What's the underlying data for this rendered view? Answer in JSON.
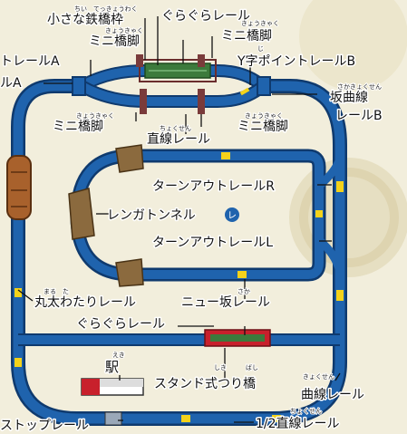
{
  "labels": {
    "small_bridge_frame": "小さな鉄橋枠",
    "small_bridge_frame_ruby": "ちい　てっきょうわく",
    "wobbly_rail_top": "ぐらぐらレール",
    "mini_pier_top_left": "ミニ橋脚",
    "mini_pier_top_left_ruby": "きょうきゃく",
    "mini_pier_top_right": "ミニ橋脚",
    "mini_pier_top_right_ruby": "きょうきゃく",
    "y_point_rail_b": "Y字ポイントレールB",
    "y_point_rail_b_ruby": "じ",
    "rail_a_upper": "トレールA",
    "rail_a_lower": "ルA",
    "slope_curve_rail_b_1": "坂曲線",
    "slope_curve_rail_b_ruby": "さかきょくせん",
    "slope_curve_rail_b_2": "レールB",
    "mini_pier_mid_left": "ミニ橋脚",
    "mini_pier_mid_left_ruby": "きょうきゃく",
    "straight_rail": "直線レール",
    "straight_rail_ruby": "ちょくせん",
    "mini_pier_mid_right": "ミニ橋脚",
    "mini_pier_mid_right_ruby": "きょうきゃく",
    "turnout_rail_r": "ターンアウトレールR",
    "brick_tunnel": "レンガトンネル",
    "turnout_rail_l": "ターンアウトレールL",
    "log_bridge_rail": "丸太わたりレール",
    "log_bridge_rail_ruby": "まる　た",
    "new_slope_rail": "ニュー坂レール",
    "new_slope_rail_ruby": "さか",
    "wobbly_rail_bottom": "ぐらぐらレール",
    "station": "駅",
    "station_ruby": "えき",
    "stand_bridge": "スタンド式つり橋",
    "stand_bridge_ruby": "しき　　　ばし",
    "curve_rail": "曲線レール",
    "curve_rail_ruby": "きょくせん",
    "stop_rail": "ストップレール",
    "half_straight_rail": "1/2直線レール",
    "half_straight_rail_ruby": "ちょくせん"
  },
  "icons": {
    "tunnel_badge": "レ"
  },
  "colors": {
    "track": "#1f63ad",
    "track_edge": "#0f3a6e",
    "connector": "#f4d21a",
    "pier": "#3c7a3c",
    "tunnel": "#8b6a3e",
    "bridge_red": "#c8202c",
    "badge": "#1f63ad"
  }
}
